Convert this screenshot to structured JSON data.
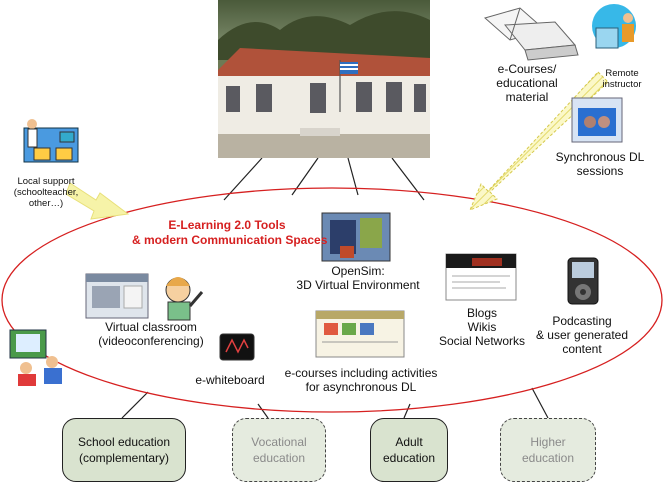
{
  "diagram": {
    "title_line1": "E-Learning 2.0 Tools",
    "title_line2": "& modern Communication Spaces",
    "labels": {
      "ecourses_material": "e-Courses/\neducational\nmaterial",
      "remote_instructor": "Remote\ninstructor",
      "sync_dl": "Synchronous DL\nsessions",
      "local_support": "Local support\n(schoolteacher,\nother…)",
      "opensim": "OpenSim:\n3D Virtual Environment",
      "virtual_classroom": "Virtual classroom\n(videoconferencing)",
      "ewhiteboard": "e-whiteboard",
      "ecourses_async": "e-courses including activities\nfor asynchronous DL",
      "blogs": "Blogs\nWikis\nSocial Networks",
      "podcasting": "Podcasting\n& user generated\ncontent"
    },
    "boxes": [
      {
        "label": "School education\n(complementary)",
        "style": "solid"
      },
      {
        "label": "Vocational\neducation",
        "style": "dashed"
      },
      {
        "label": "Adult\neducation",
        "style": "solid"
      },
      {
        "label": "Higher\neducation",
        "style": "dashed"
      }
    ],
    "colors": {
      "ellipse": "#d62020",
      "title": "#d62020",
      "arrow_fill": "#f4f0a0",
      "box_fill": "#d9e3cf"
    }
  }
}
